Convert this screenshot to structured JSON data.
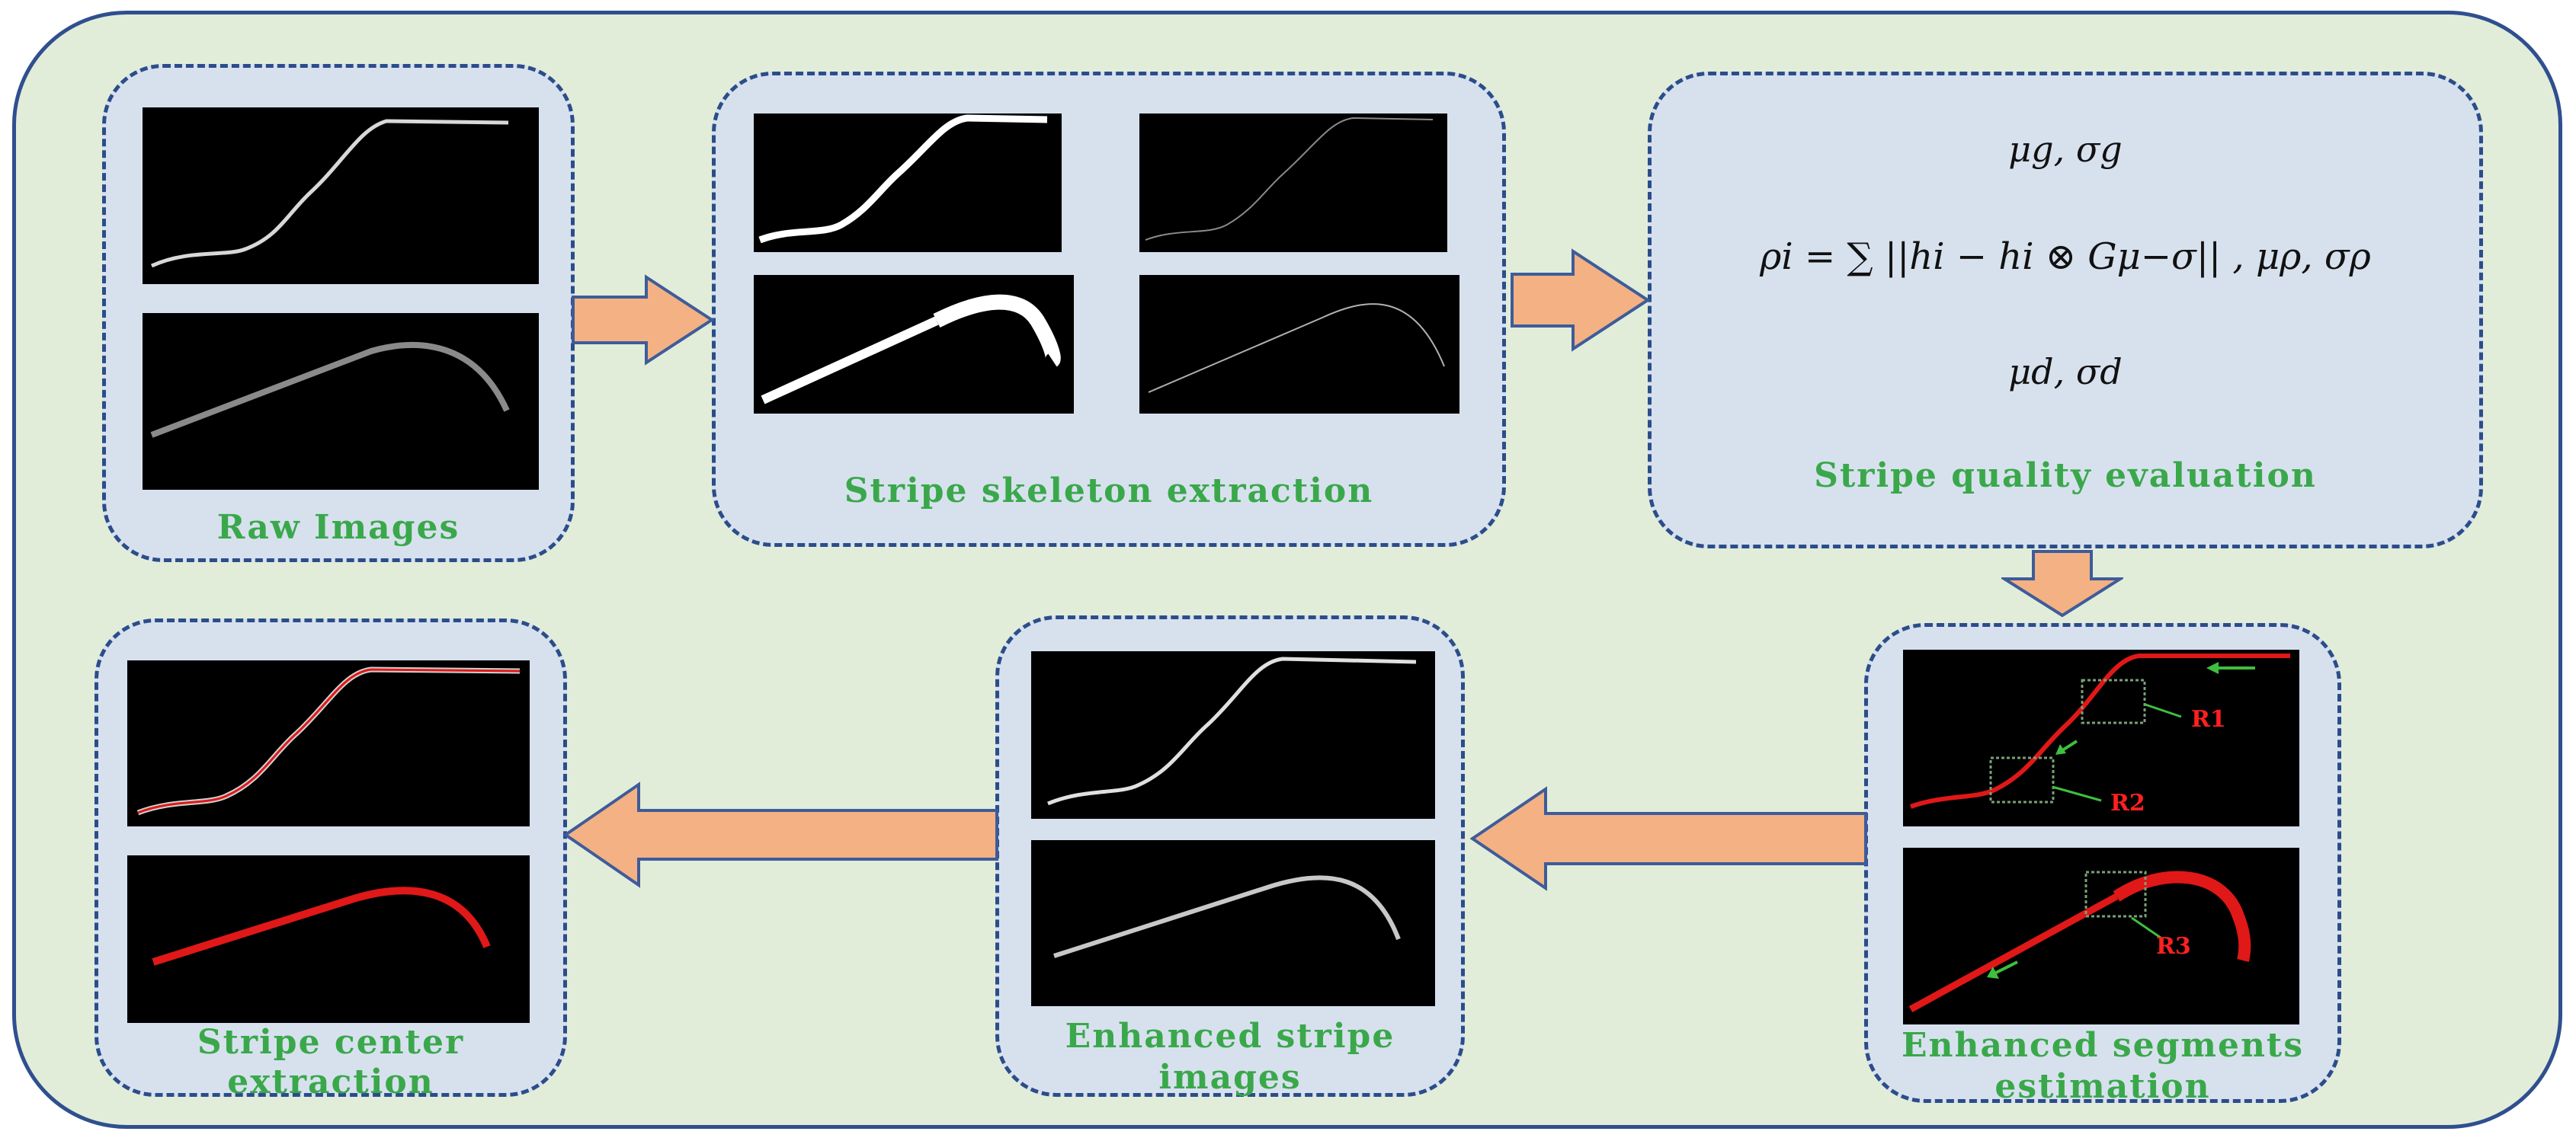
{
  "labels": {
    "raw": "Raw Images",
    "skeleton": "Stripe skeleton extraction",
    "quality": "Stripe quality evaluation",
    "segments_line1": "Enhanced segments",
    "segments_line2": "estimation",
    "enhanced_line1": "Enhanced stripe",
    "enhanced_line2": "images",
    "center_line1": "Stripe center",
    "center_line2": "extraction"
  },
  "equations": {
    "line1": "μg, σg",
    "line2": "ρi = ∑ ||hi − hi ⊗ Gμ−σ|| , μρ, σρ",
    "line3": "μd, σd"
  },
  "regions": [
    "R1",
    "R2",
    "R3"
  ],
  "colors": {
    "background": "#e2edd9",
    "panel": "#d7e1ee",
    "panel_border": "#2b4d8a",
    "arrow_fill": "#f4b183",
    "arrow_stroke": "#3e5c9a",
    "label_text": "#3aa84a",
    "region_text": "#ff2020",
    "stripe_red": "#e01818",
    "pointer_green": "#3fbf3f"
  }
}
